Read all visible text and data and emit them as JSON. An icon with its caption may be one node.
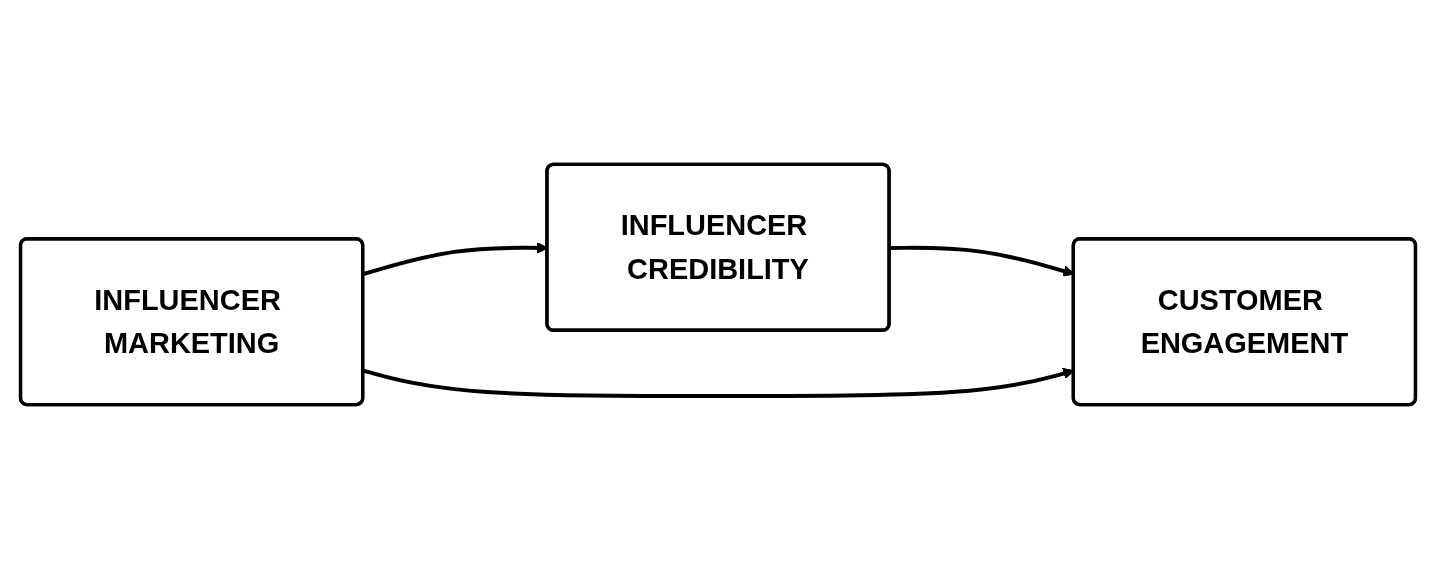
{
  "diagram": {
    "nodes": [
      {
        "text": [
          "INFLUENCER CREDIBILITY"
        ]
      },
      {
        "text": [
          "INFLUENCER MARKETING"
        ]
      },
      {
        "text": [
          "CUSTOMER ENGAGEMENT"
        ]
      }
    ],
    "edges": [
      {
        "from": 1,
        "to": 0,
        "arrow": "to"
      },
      {
        "from": 0,
        "to": 2,
        "arrow": "to"
      },
      {
        "from": 1,
        "to": 2,
        "arrow": "to"
      }
    ]
  }
}
